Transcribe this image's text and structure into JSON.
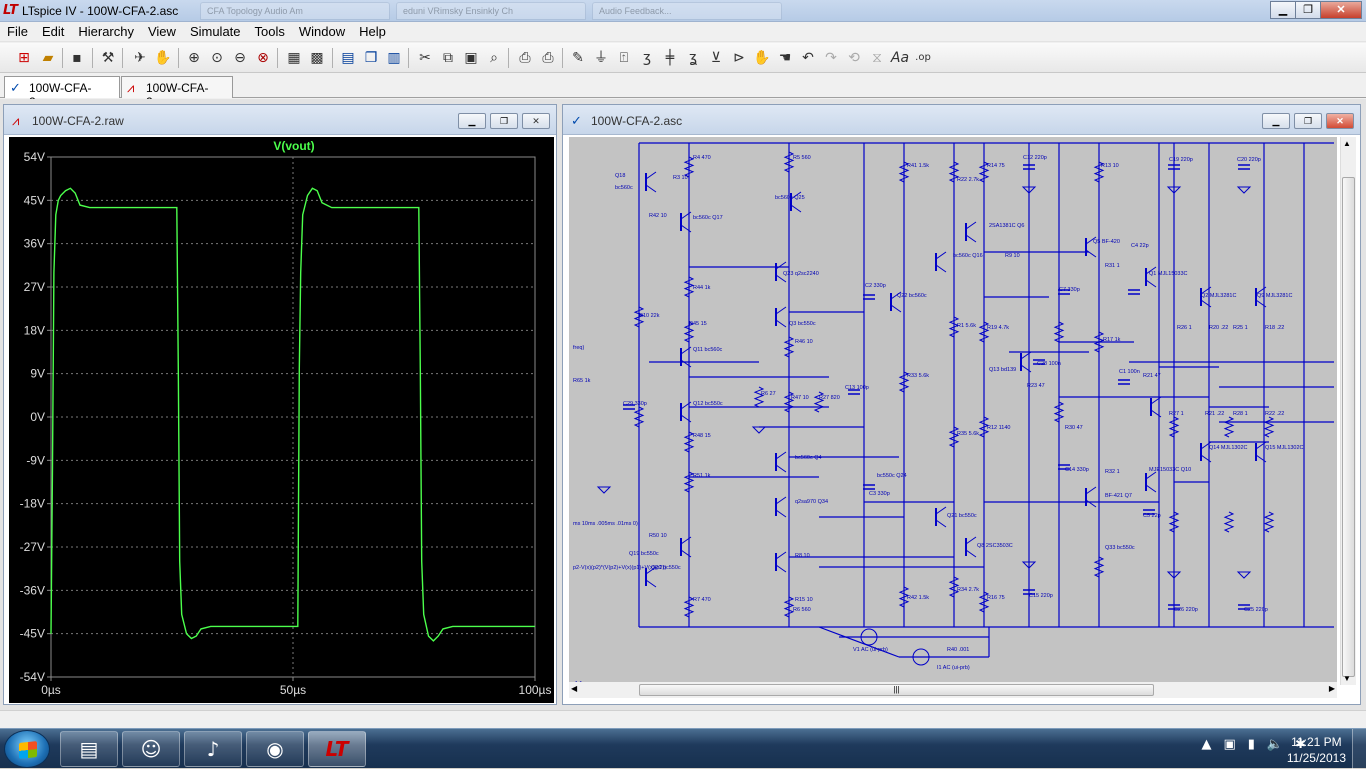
{
  "window": {
    "title": "LTspice IV - 100W-CFA-2.asc",
    "ghost_tabs": [
      "CFA Topology Audio Am",
      "eduni VRimsky Ensinkly Ch",
      "Audio Feedback..."
    ],
    "min_symbol": "▁",
    "max_symbol": "❐",
    "close_symbol": "✕"
  },
  "menu": [
    "File",
    "Edit",
    "Hierarchy",
    "View",
    "Simulate",
    "Tools",
    "Window",
    "Help"
  ],
  "doc_tabs": [
    {
      "label": "100W-CFA-2.asc",
      "icon": "schematic-icon",
      "active": true
    },
    {
      "label": "100W-CFA-2.raw",
      "icon": "waveform-icon",
      "active": false
    }
  ],
  "waveform_window": {
    "title": "100W-CFA-2.raw"
  },
  "schematic_window": {
    "title": "100W-CFA-2.asc"
  },
  "chart_data": {
    "type": "line",
    "title": "V(vout)",
    "xlabel": "",
    "ylabel": "",
    "x_ticks": [
      "0µs",
      "50µs",
      "100µs"
    ],
    "y_ticks": [
      "54V",
      "45V",
      "36V",
      "27V",
      "18V",
      "9V",
      "0V",
      "-9V",
      "-18V",
      "-27V",
      "-36V",
      "-45V",
      "-54V"
    ],
    "xlim": [
      0,
      100
    ],
    "ylim": [
      -54,
      54
    ],
    "grid": true,
    "color": "#4cff4c",
    "series": [
      {
        "x": [
          0,
          0.3,
          0.6,
          1,
          1.5,
          2,
          3,
          4,
          5,
          6,
          8,
          10,
          20,
          26,
          26.3,
          26.6,
          27,
          28,
          29,
          30,
          31,
          33,
          36,
          50,
          51,
          51.3,
          51.6,
          52,
          53,
          54,
          55,
          56,
          58,
          60,
          70,
          76,
          76.3,
          76.6,
          77,
          78,
          79,
          80,
          81,
          83,
          86,
          100
        ],
        "y": [
          -45,
          -10,
          30,
          42,
          45,
          46,
          47,
          47.5,
          46.5,
          44,
          43.5,
          43.5,
          43.5,
          43.5,
          10,
          -30,
          -41,
          -45,
          -46,
          -45.5,
          -44,
          -43.5,
          -43.5,
          -43.5,
          -43.5,
          10,
          30,
          42,
          46,
          47.5,
          47,
          44.5,
          43.5,
          43.5,
          43.5,
          43.5,
          10,
          -30,
          -41,
          -45.5,
          -46.5,
          -45.5,
          -44,
          -43.5,
          -43.5,
          -43.5
        ]
      }
    ]
  },
  "schematic_labels": [
    "Q18",
    "bc560c",
    "R4 470",
    "R3 10",
    "R42 10",
    "bc560c Q17",
    "R5 560",
    "bc560c Q25",
    "R41 1.5k",
    "R22 2.7k",
    "R14 75",
    "C12 220p",
    "R13 10",
    "C19 220p",
    "C20 220p",
    "2SA1381C Q6",
    "Q23 q2sc2240",
    "R44 1k",
    "C2 330p",
    "Q22 bc560c",
    "bc560c Q16",
    "R9 10",
    "Q5 BF-420",
    "C4 22p",
    "R31 1",
    "Q1 MJL15033C",
    "Q2 MJL3281C",
    "Q9 MJL3281C",
    "R10 22k",
    "R45 15",
    "Q3 bc550c",
    "R46 10",
    "R1 5.6k",
    "R19 4.7k",
    "C7 330p",
    "R17 1k",
    "R26 1",
    "R20 .22",
    "R25 1",
    "R18 .22",
    "R65 1k",
    "Q11 bc560c",
    "R33 5.6k",
    "Q13 bd139",
    "C28 100n",
    "R23 47",
    "C1 100n",
    "R21 47",
    "C29 330p",
    "Q12 bc550c",
    "R6 27",
    "R47 10",
    "R27 820",
    "C13 100p",
    "R27 1",
    "R21 .22",
    "R28 1",
    "R22 .22",
    "R48 15",
    "bc560c Q4",
    "R35 5.6k",
    "R12 1140",
    "R30 47",
    "Q14 MJL1302C",
    "Q15 MJL1302C",
    "R51 1k",
    "q2sa970 Q34",
    "bc550c Q24",
    "C14 330p",
    "R32 1",
    "BF-421 Q7",
    "MJE15033C Q10",
    "C3 330p",
    "Q21 bc550c",
    "C5 22p",
    "R50 10",
    "Q19 bc550c",
    "Q8 2SC3503C",
    "Q20 bc550c",
    "R8 10",
    "Q33 bc550c",
    "R15 10",
    "R7 470",
    "R6 560",
    "R42 1.5k",
    "R34 2.7k",
    "R16 75",
    "C15 220p",
    "C26 220p",
    "C25 220p",
    "V1 AC (ui-prb)",
    "R40 .001",
    "I1 AC (ui-prb)",
    "freq)",
    "ms 10ms .005ms .01ms 0)",
    "p2-V(x)(p2)*(V(p2)+V(x)(p1)+V(x)(p2))",
    "-1 1"
  ],
  "taskbar": {
    "apps": [
      {
        "icon": "explorer-icon",
        "glyph": "▤"
      },
      {
        "icon": "messenger-icon",
        "glyph": "☺"
      },
      {
        "icon": "music-icon",
        "glyph": "♪"
      },
      {
        "icon": "chrome-icon",
        "glyph": "◉"
      },
      {
        "icon": "ltspice-icon",
        "glyph": "LT"
      }
    ],
    "tray": [
      "▲",
      "▣",
      "▮",
      "🔈",
      "✱"
    ],
    "time": "11:21 PM",
    "date": "11/25/2013"
  }
}
